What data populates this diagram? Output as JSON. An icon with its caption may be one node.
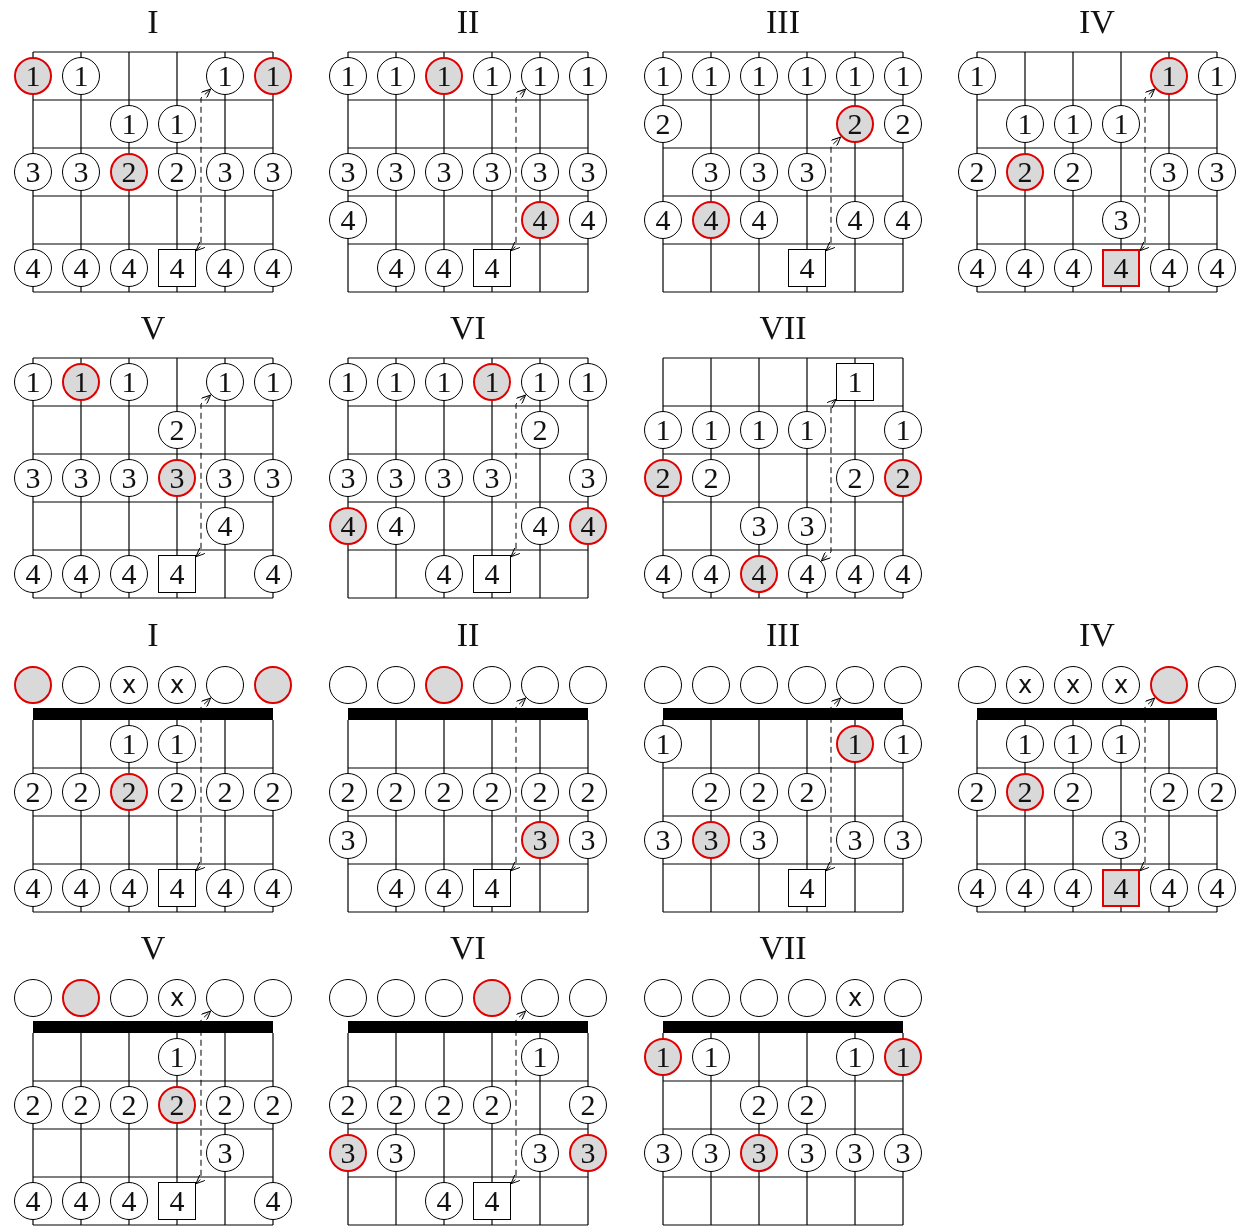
{
  "diagram": {
    "nodes": [
      {
        "text": [
          "1"
        ]
      },
      {
        "text": [
          "1"
        ]
      },
      {
        "text": [
          "1"
        ]
      },
      {
        "text": [
          "1"
        ]
      },
      {
        "text": [
          "1"
        ]
      },
      {
        "text": [
          "1"
        ]
      },
      {
        "text": [
          "3"
        ]
      },
      {
        "text": [
          "3"
        ]
      },
      {
        "text": [
          "2"
        ]
      },
      {
        "text": [
          "2"
        ]
      },
      {
        "text": [
          "3"
        ]
      },
      {
        "text": [
          "3"
        ]
      },
      {
        "text": [
          "4"
        ]
      },
      {
        "text": [
          "4"
        ]
      },
      {
        "text": [
          "4"
        ]
      },
      {
        "text": [
          "4"
        ]
      },
      {
        "text": [
          "4"
        ]
      },
      {
        "text": [
          "4"
        ]
      },
      {
        "text": [
          "1"
        ]
      },
      {
        "text": [
          "1"
        ]
      },
      {
        "text": [
          "1"
        ]
      },
      {
        "text": [
          "1"
        ]
      },
      {
        "text": [
          "1"
        ]
      },
      {
        "text": [
          "1"
        ]
      },
      {
        "text": [
          "3"
        ]
      },
      {
        "text": [
          "3"
        ]
      },
      {
        "text": [
          "3"
        ]
      },
      {
        "text": [
          "3"
        ]
      },
      {
        "text": [
          "3"
        ]
      },
      {
        "text": [
          "3"
        ]
      },
      {
        "text": [
          "4"
        ]
      },
      {
        "text": [
          "4"
        ]
      },
      {
        "text": [
          "4"
        ]
      },
      {
        "text": [
          "4"
        ]
      },
      {
        "text": [
          "4"
        ]
      },
      {
        "text": [
          "4"
        ]
      },
      {
        "text": [
          "1"
        ]
      },
      {
        "text": [
          "1"
        ]
      },
      {
        "text": [
          "1"
        ]
      },
      {
        "text": [
          "1"
        ]
      },
      {
        "text": [
          "1"
        ]
      },
      {
        "text": [
          "1"
        ]
      },
      {
        "text": [
          "2"
        ]
      },
      {
        "text": [
          "2"
        ]
      },
      {
        "text": [
          "2"
        ]
      },
      {
        "text": [
          "3"
        ]
      },
      {
        "text": [
          "3"
        ]
      },
      {
        "text": [
          "3"
        ]
      },
      {
        "text": [
          "4"
        ]
      },
      {
        "text": [
          "4"
        ]
      },
      {
        "text": [
          "4"
        ]
      },
      {
        "text": [
          "4"
        ]
      },
      {
        "text": [
          "4"
        ]
      },
      {
        "text": [
          "4"
        ]
      },
      {
        "text": [
          "1"
        ]
      },
      {
        "text": [
          "1"
        ]
      },
      {
        "text": [
          "1"
        ]
      },
      {
        "text": [
          "1"
        ]
      },
      {
        "text": [
          "1"
        ]
      },
      {
        "text": [
          "1"
        ]
      },
      {
        "text": [
          "2"
        ]
      },
      {
        "text": [
          "2"
        ]
      },
      {
        "text": [
          "2"
        ]
      },
      {
        "text": [
          "3"
        ]
      },
      {
        "text": [
          "3"
        ]
      },
      {
        "text": [
          "3"
        ]
      },
      {
        "text": [
          "4"
        ]
      },
      {
        "text": [
          "4"
        ]
      },
      {
        "text": [
          "4"
        ]
      },
      {
        "text": [
          "4"
        ]
      },
      {
        "text": [
          "4"
        ]
      },
      {
        "text": [
          "4"
        ]
      },
      {
        "text": [
          "1"
        ]
      },
      {
        "text": [
          "1"
        ]
      },
      {
        "text": [
          "1"
        ]
      },
      {
        "text": [
          "1"
        ]
      },
      {
        "text": [
          "1"
        ]
      },
      {
        "text": [
          "2"
        ]
      },
      {
        "text": [
          "3"
        ]
      },
      {
        "text": [
          "3"
        ]
      },
      {
        "text": [
          "3"
        ]
      },
      {
        "text": [
          "3"
        ]
      },
      {
        "text": [
          "3"
        ]
      },
      {
        "text": [
          "3"
        ]
      },
      {
        "text": [
          "4"
        ]
      },
      {
        "text": [
          "4"
        ]
      },
      {
        "text": [
          "4"
        ]
      },
      {
        "text": [
          "4"
        ]
      },
      {
        "text": [
          "4"
        ]
      },
      {
        "text": [
          "4"
        ]
      },
      {
        "text": [
          "1"
        ]
      },
      {
        "text": [
          "1"
        ]
      },
      {
        "text": [
          "1"
        ]
      },
      {
        "text": [
          "1"
        ]
      },
      {
        "text": [
          "1"
        ]
      },
      {
        "text": [
          "1"
        ]
      },
      {
        "text": [
          "2"
        ]
      },
      {
        "text": [
          "3"
        ]
      },
      {
        "text": [
          "3"
        ]
      },
      {
        "text": [
          "3"
        ]
      },
      {
        "text": [
          "3"
        ]
      },
      {
        "text": [
          "3"
        ]
      },
      {
        "text": [
          "4"
        ]
      },
      {
        "text": [
          "4"
        ]
      },
      {
        "text": [
          "4"
        ]
      },
      {
        "text": [
          "4"
        ]
      },
      {
        "text": [
          "4"
        ]
      },
      {
        "text": [
          "4"
        ]
      },
      {
        "text": [
          "1"
        ]
      },
      {
        "text": [
          "1"
        ]
      },
      {
        "text": [
          "1"
        ]
      },
      {
        "text": [
          "1"
        ]
      },
      {
        "text": [
          "1"
        ]
      },
      {
        "text": [
          "1"
        ]
      },
      {
        "text": [
          "2"
        ]
      },
      {
        "text": [
          "2"
        ]
      },
      {
        "text": [
          "2"
        ]
      },
      {
        "text": [
          "2"
        ]
      },
      {
        "text": [
          "3"
        ]
      },
      {
        "text": [
          "3"
        ]
      },
      {
        "text": [
          "4"
        ]
      },
      {
        "text": [
          "4"
        ]
      },
      {
        "text": [
          "4"
        ]
      },
      {
        "text": [
          "4"
        ]
      },
      {
        "text": [
          "4"
        ]
      },
      {
        "text": [
          "4"
        ]
      },
      {
        "text": [],
        "shape": "circle"
      },
      {
        "text": [],
        "shape": "circle"
      },
      {
        "text": [
          "x"
        ]
      },
      {
        "text": [
          "x"
        ]
      },
      {
        "text": [],
        "shape": "circle"
      },
      {
        "text": [],
        "shape": "circle"
      },
      {
        "text": [
          "1"
        ]
      },
      {
        "text": [
          "1"
        ]
      },
      {
        "text": [
          "2"
        ]
      },
      {
        "text": [
          "2"
        ]
      },
      {
        "text": [
          "2"
        ]
      },
      {
        "text": [
          "2"
        ]
      },
      {
        "text": [
          "2"
        ]
      },
      {
        "text": [
          "2"
        ]
      },
      {
        "text": [
          "4"
        ]
      },
      {
        "text": [
          "4"
        ]
      },
      {
        "text": [
          "4"
        ]
      },
      {
        "text": [
          "4"
        ]
      },
      {
        "text": [
          "4"
        ]
      },
      {
        "text": [
          "4"
        ]
      },
      {
        "text": [],
        "shape": "circle"
      },
      {
        "text": [],
        "shape": "circle"
      },
      {
        "text": [],
        "shape": "circle"
      },
      {
        "text": [],
        "shape": "circle"
      },
      {
        "text": [],
        "shape": "circle"
      },
      {
        "text": [],
        "shape": "circle"
      },
      {
        "text": [
          "2"
        ]
      },
      {
        "text": [
          "2"
        ]
      },
      {
        "text": [
          "2"
        ]
      },
      {
        "text": [
          "2"
        ]
      },
      {
        "text": [
          "2"
        ]
      },
      {
        "text": [
          "2"
        ]
      },
      {
        "text": [
          "3"
        ]
      },
      {
        "text": [
          "3"
        ]
      },
      {
        "text": [
          "3"
        ]
      },
      {
        "text": [
          "4"
        ]
      },
      {
        "text": [
          "4"
        ]
      },
      {
        "text": [
          "4"
        ]
      },
      {
        "text": [],
        "shape": "circle"
      },
      {
        "text": [],
        "shape": "circle"
      },
      {
        "text": [],
        "shape": "circle"
      },
      {
        "text": [],
        "shape": "circle"
      },
      {
        "text": [],
        "shape": "circle"
      },
      {
        "text": [],
        "shape": "circle"
      },
      {
        "text": [
          "1"
        ]
      },
      {
        "text": [
          "1"
        ]
      },
      {
        "text": [
          "1"
        ]
      },
      {
        "text": [
          "2"
        ]
      },
      {
        "text": [
          "2"
        ]
      },
      {
        "text": [
          "2"
        ]
      },
      {
        "text": [
          "3"
        ]
      },
      {
        "text": [
          "3"
        ]
      },
      {
        "text": [
          "3"
        ]
      },
      {
        "text": [
          "3"
        ]
      },
      {
        "text": [
          "3"
        ]
      },
      {
        "text": [
          "4"
        ]
      },
      {
        "text": [],
        "shape": "circle"
      },
      {
        "text": [
          "x"
        ]
      },
      {
        "text": [
          "x"
        ]
      },
      {
        "text": [
          "x"
        ]
      },
      {
        "text": [],
        "shape": "circle"
      },
      {
        "text": [],
        "shape": "circle"
      },
      {
        "text": [
          "1"
        ]
      },
      {
        "text": [
          "1"
        ]
      },
      {
        "text": [
          "1"
        ]
      },
      {
        "text": [
          "2"
        ]
      },
      {
        "text": [
          "2"
        ]
      },
      {
        "text": [
          "2"
        ]
      },
      {
        "text": [
          "2"
        ]
      },
      {
        "text": [
          "2"
        ]
      },
      {
        "text": [
          "3"
        ]
      },
      {
        "text": [
          "4"
        ]
      },
      {
        "text": [
          "4"
        ]
      },
      {
        "text": [
          "4"
        ]
      },
      {
        "text": [
          "4"
        ]
      },
      {
        "text": [
          "4"
        ]
      },
      {
        "text": [
          "4"
        ]
      },
      {
        "text": [],
        "shape": "circle"
      },
      {
        "text": [],
        "shape": "circle"
      },
      {
        "text": [],
        "shape": "circle"
      },
      {
        "text": [
          "x"
        ]
      },
      {
        "text": [],
        "shape": "circle"
      },
      {
        "text": [],
        "shape": "circle"
      },
      {
        "text": [
          "1"
        ]
      },
      {
        "text": [
          "2"
        ]
      },
      {
        "text": [
          "2"
        ]
      },
      {
        "text": [
          "2"
        ]
      },
      {
        "text": [
          "2"
        ]
      },
      {
        "text": [
          "2"
        ]
      },
      {
        "text": [
          "2"
        ]
      },
      {
        "text": [
          "3"
        ]
      },
      {
        "text": [
          "4"
        ]
      },
      {
        "text": [
          "4"
        ]
      },
      {
        "text": [
          "4"
        ]
      },
      {
        "text": [
          "4"
        ]
      },
      {
        "text": [
          "4"
        ]
      },
      {
        "text": [],
        "shape": "circle"
      },
      {
        "text": [],
        "shape": "circle"
      },
      {
        "text": [],
        "shape": "circle"
      },
      {
        "text": [],
        "shape": "circle"
      },
      {
        "text": [],
        "shape": "circle"
      },
      {
        "text": [],
        "shape": "circle"
      },
      {
        "text": [
          "1"
        ]
      },
      {
        "text": [
          "2"
        ]
      },
      {
        "text": [
          "2"
        ]
      },
      {
        "text": [
          "2"
        ]
      },
      {
        "text": [
          "2"
        ]
      },
      {
        "text": [
          "2"
        ]
      },
      {
        "text": [
          "3"
        ]
      },
      {
        "text": [
          "3"
        ]
      },
      {
        "text": [
          "3"
        ]
      },
      {
        "text": [
          "3"
        ]
      },
      {
        "text": [
          "4"
        ]
      },
      {
        "text": [
          "4"
        ]
      },
      {
        "text": [],
        "shape": "circle"
      },
      {
        "text": [],
        "shape": "circle"
      },
      {
        "text": [],
        "shape": "circle"
      },
      {
        "text": [],
        "shape": "circle"
      },
      {
        "text": [
          "x"
        ]
      },
      {
        "text": [],
        "shape": "circle"
      },
      {
        "text": [
          "1"
        ]
      },
      {
        "text": [
          "1"
        ]
      },
      {
        "text": [
          "1"
        ]
      },
      {
        "text": [
          "1"
        ]
      },
      {
        "text": [
          "2"
        ]
      },
      {
        "text": [
          "2"
        ]
      },
      {
        "text": [
          "3"
        ]
      },
      {
        "text": [
          "3"
        ]
      },
      {
        "text": [
          "3"
        ]
      },
      {
        "text": [
          "3"
        ]
      },
      {
        "text": [
          "3"
        ]
      },
      {
        "text": [
          "3"
        ]
      }
    ],
    "edges": [
      {
        "from": 15,
        "to": 2,
        "arrow": "both",
        "style": "dashed"
      },
      {
        "from": 35,
        "to": 22,
        "arrow": "both",
        "style": "dashed"
      },
      {
        "from": 53,
        "to": 43,
        "arrow": "both",
        "style": "dashed"
      },
      {
        "from": 69,
        "to": 55,
        "arrow": "both",
        "style": "dashed"
      },
      {
        "from": 88,
        "to": 75,
        "arrow": "both",
        "style": "dashed"
      },
      {
        "from": 107,
        "to": 94,
        "arrow": "both",
        "style": "dashed"
      },
      {
        "from": 108,
        "to": 123,
        "arrow": "both",
        "style": "dashed"
      },
      {
        "from": 143,
        "to": 130,
        "arrow": "both",
        "style": "dashed"
      },
      {
        "from": 163,
        "to": 150,
        "arrow": "both",
        "style": "dashed"
      },
      {
        "from": 181,
        "to": 168,
        "arrow": "both",
        "style": "dashed"
      },
      {
        "from": 200,
        "to": 186,
        "arrow": "both",
        "style": "dashed"
      },
      {
        "from": 220,
        "to": 207,
        "arrow": "both",
        "style": "dashed"
      },
      {
        "from": 239,
        "to": 226,
        "arrow": "both",
        "style": "dashed"
      }
    ],
    "labels": [
      "I",
      "II",
      "III",
      "IV",
      "V",
      "VI",
      "VII",
      "I",
      "II",
      "III",
      "IV",
      "V",
      "VI",
      "VII"
    ]
  }
}
